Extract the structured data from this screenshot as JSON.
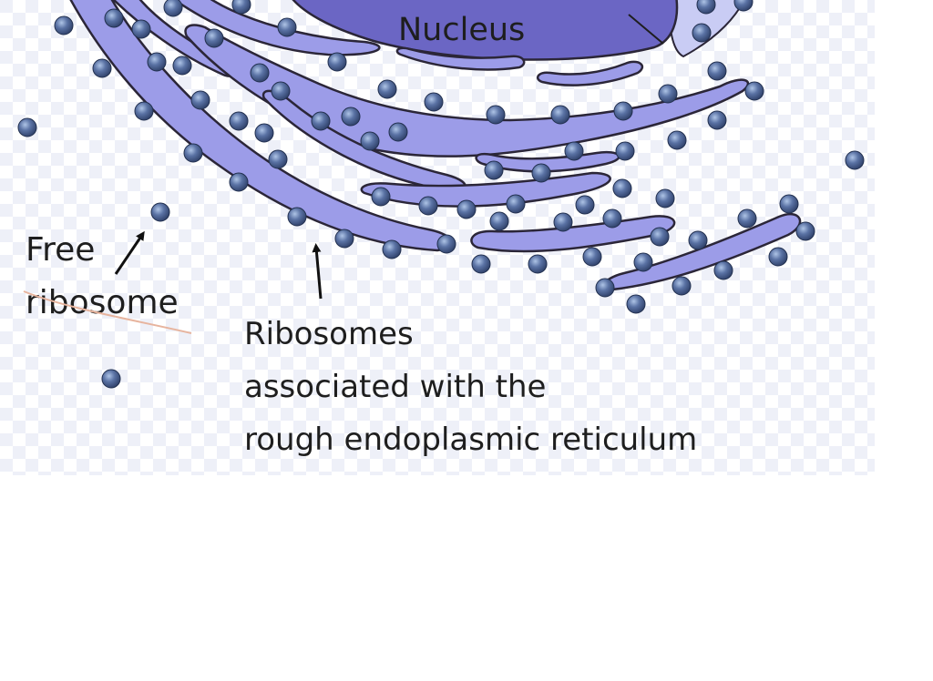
{
  "labels": {
    "nucleus": "Nucleus",
    "free_ribosome_line1": "Free",
    "free_ribosome_line2": "ribosome",
    "rer_line1": "Ribosomes",
    "rer_line2": "associated with the",
    "rer_line3": "rough endoplasmic reticulum"
  },
  "colors": {
    "membrane_fill": "#9c9ce8",
    "membrane_outline": "#2b2638",
    "nucleus_fill": "#6b66c4",
    "nucleus_envelope": "#c9ccf4",
    "ribosome": "#4a6090",
    "ribosome_highlight": "#aec4e6",
    "backdrop": "#eef0f8",
    "underline": "#e7b49e"
  },
  "icons": {
    "arrow": "arrow-icon",
    "ribosome": "ribosome-icon"
  }
}
